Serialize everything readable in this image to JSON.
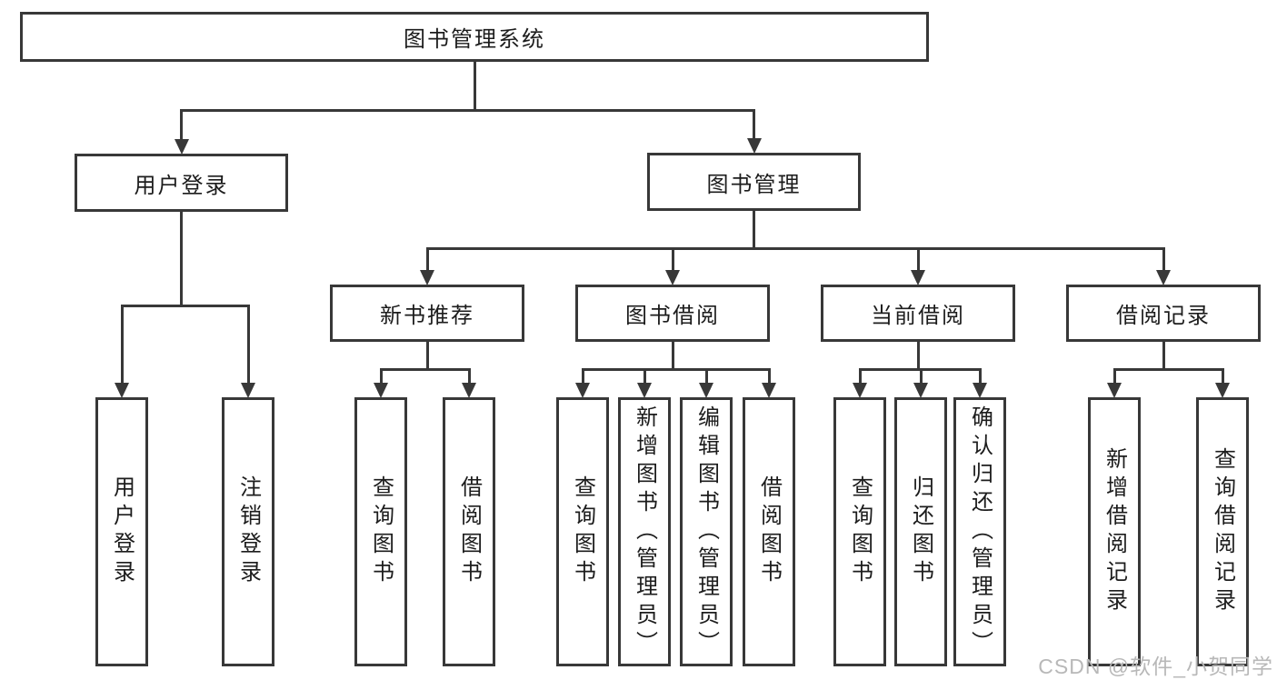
{
  "diagram": {
    "title": "图书管理系统",
    "watermark": "CSDN @软件_小贺同学",
    "colors": {
      "line": "#383838",
      "text": "#1c1c1c",
      "watermark": "#b8b8b8",
      "background": "#ffffff"
    },
    "nodes": [
      {
        "id": "root",
        "label": "图书管理系统",
        "parent": null,
        "vertical": false
      },
      {
        "id": "user-login",
        "label": "用户登录",
        "parent": "root",
        "vertical": false
      },
      {
        "id": "book-mgmt",
        "label": "图书管理",
        "parent": "root",
        "vertical": false
      },
      {
        "id": "new-book-rec",
        "label": "新书推荐",
        "parent": "book-mgmt",
        "vertical": false
      },
      {
        "id": "book-borrow",
        "label": "图书借阅",
        "parent": "book-mgmt",
        "vertical": false
      },
      {
        "id": "current-borrow",
        "label": "当前借阅",
        "parent": "book-mgmt",
        "vertical": false
      },
      {
        "id": "borrow-record",
        "label": "借阅记录",
        "parent": "book-mgmt",
        "vertical": false
      },
      {
        "id": "login-leaf",
        "label": "用户登录",
        "parent": "user-login",
        "vertical": true
      },
      {
        "id": "logout-leaf",
        "label": "注销登录",
        "parent": "user-login",
        "vertical": true
      },
      {
        "id": "nb-query",
        "label": "查询图书",
        "parent": "new-book-rec",
        "vertical": true
      },
      {
        "id": "nb-borrow",
        "label": "借阅图书",
        "parent": "new-book-rec",
        "vertical": true
      },
      {
        "id": "bb-query",
        "label": "查询图书",
        "parent": "book-borrow",
        "vertical": true
      },
      {
        "id": "bb-add",
        "label": "新增图书（管理员）",
        "parent": "book-borrow",
        "vertical": true
      },
      {
        "id": "bb-edit",
        "label": "编辑图书（管理员）",
        "parent": "book-borrow",
        "vertical": true
      },
      {
        "id": "bb-borrow",
        "label": "借阅图书",
        "parent": "book-borrow",
        "vertical": true
      },
      {
        "id": "cb-query",
        "label": "查询图书",
        "parent": "current-borrow",
        "vertical": true
      },
      {
        "id": "cb-return",
        "label": "归还图书",
        "parent": "current-borrow",
        "vertical": true
      },
      {
        "id": "cb-confirm",
        "label": "确认归还（管理员）",
        "parent": "current-borrow",
        "vertical": true
      },
      {
        "id": "br-add",
        "label": "新增借阅记录",
        "parent": "borrow-record",
        "vertical": true
      },
      {
        "id": "br-query",
        "label": "查询借阅记录",
        "parent": "borrow-record",
        "vertical": true
      }
    ]
  }
}
